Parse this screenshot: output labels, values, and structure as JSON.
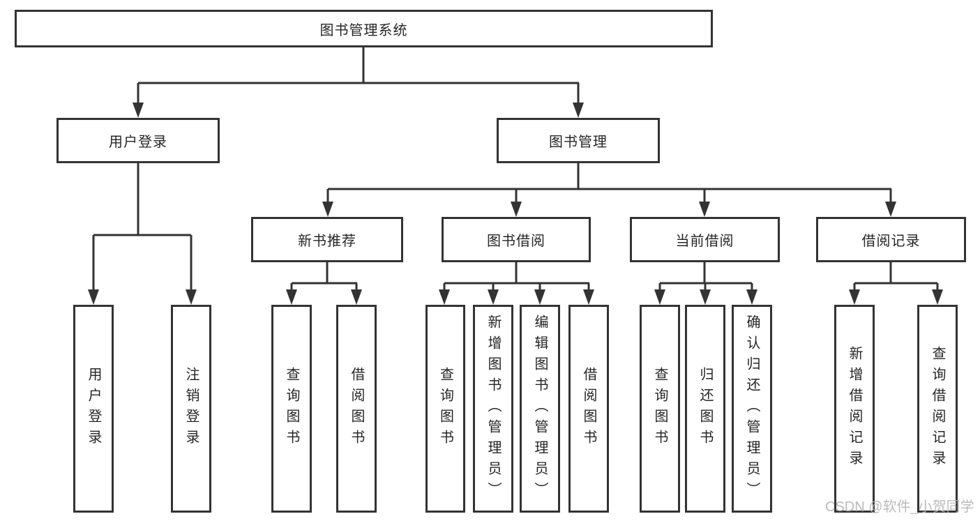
{
  "diagram": {
    "title": "图书管理系统",
    "root": {
      "label": "图书管理系统"
    },
    "level2": [
      {
        "label": "用户登录"
      },
      {
        "label": "图书管理"
      }
    ],
    "level3": [
      {
        "label": "新书推荐"
      },
      {
        "label": "图书借阅"
      },
      {
        "label": "当前借阅"
      },
      {
        "label": "借阅记录"
      }
    ],
    "leaf_groups": {
      "user_login": [
        {
          "label": "用户登录"
        },
        {
          "label": "注销登录"
        }
      ],
      "new_book": [
        {
          "label": "查询图书"
        },
        {
          "label": "借阅图书"
        }
      ],
      "book_borrow": [
        {
          "label": "查询图书"
        },
        {
          "label": "新增图书（管理员）"
        },
        {
          "label": "编辑图书（管理员）"
        },
        {
          "label": "借阅图书"
        }
      ],
      "current_borrow": [
        {
          "label": "查询图书"
        },
        {
          "label": "归还图书"
        },
        {
          "label": "确认归还（管理员）"
        }
      ],
      "borrow_record": [
        {
          "label": "新增借阅记录"
        },
        {
          "label": "查询借阅记录"
        }
      ]
    }
  },
  "watermark": {
    "text": "CSDN @软件_小贺同学"
  },
  "colors": {
    "line": "#333333",
    "text": "#262626",
    "watermark": "#b3b3b3",
    "background": "#ffffff"
  }
}
